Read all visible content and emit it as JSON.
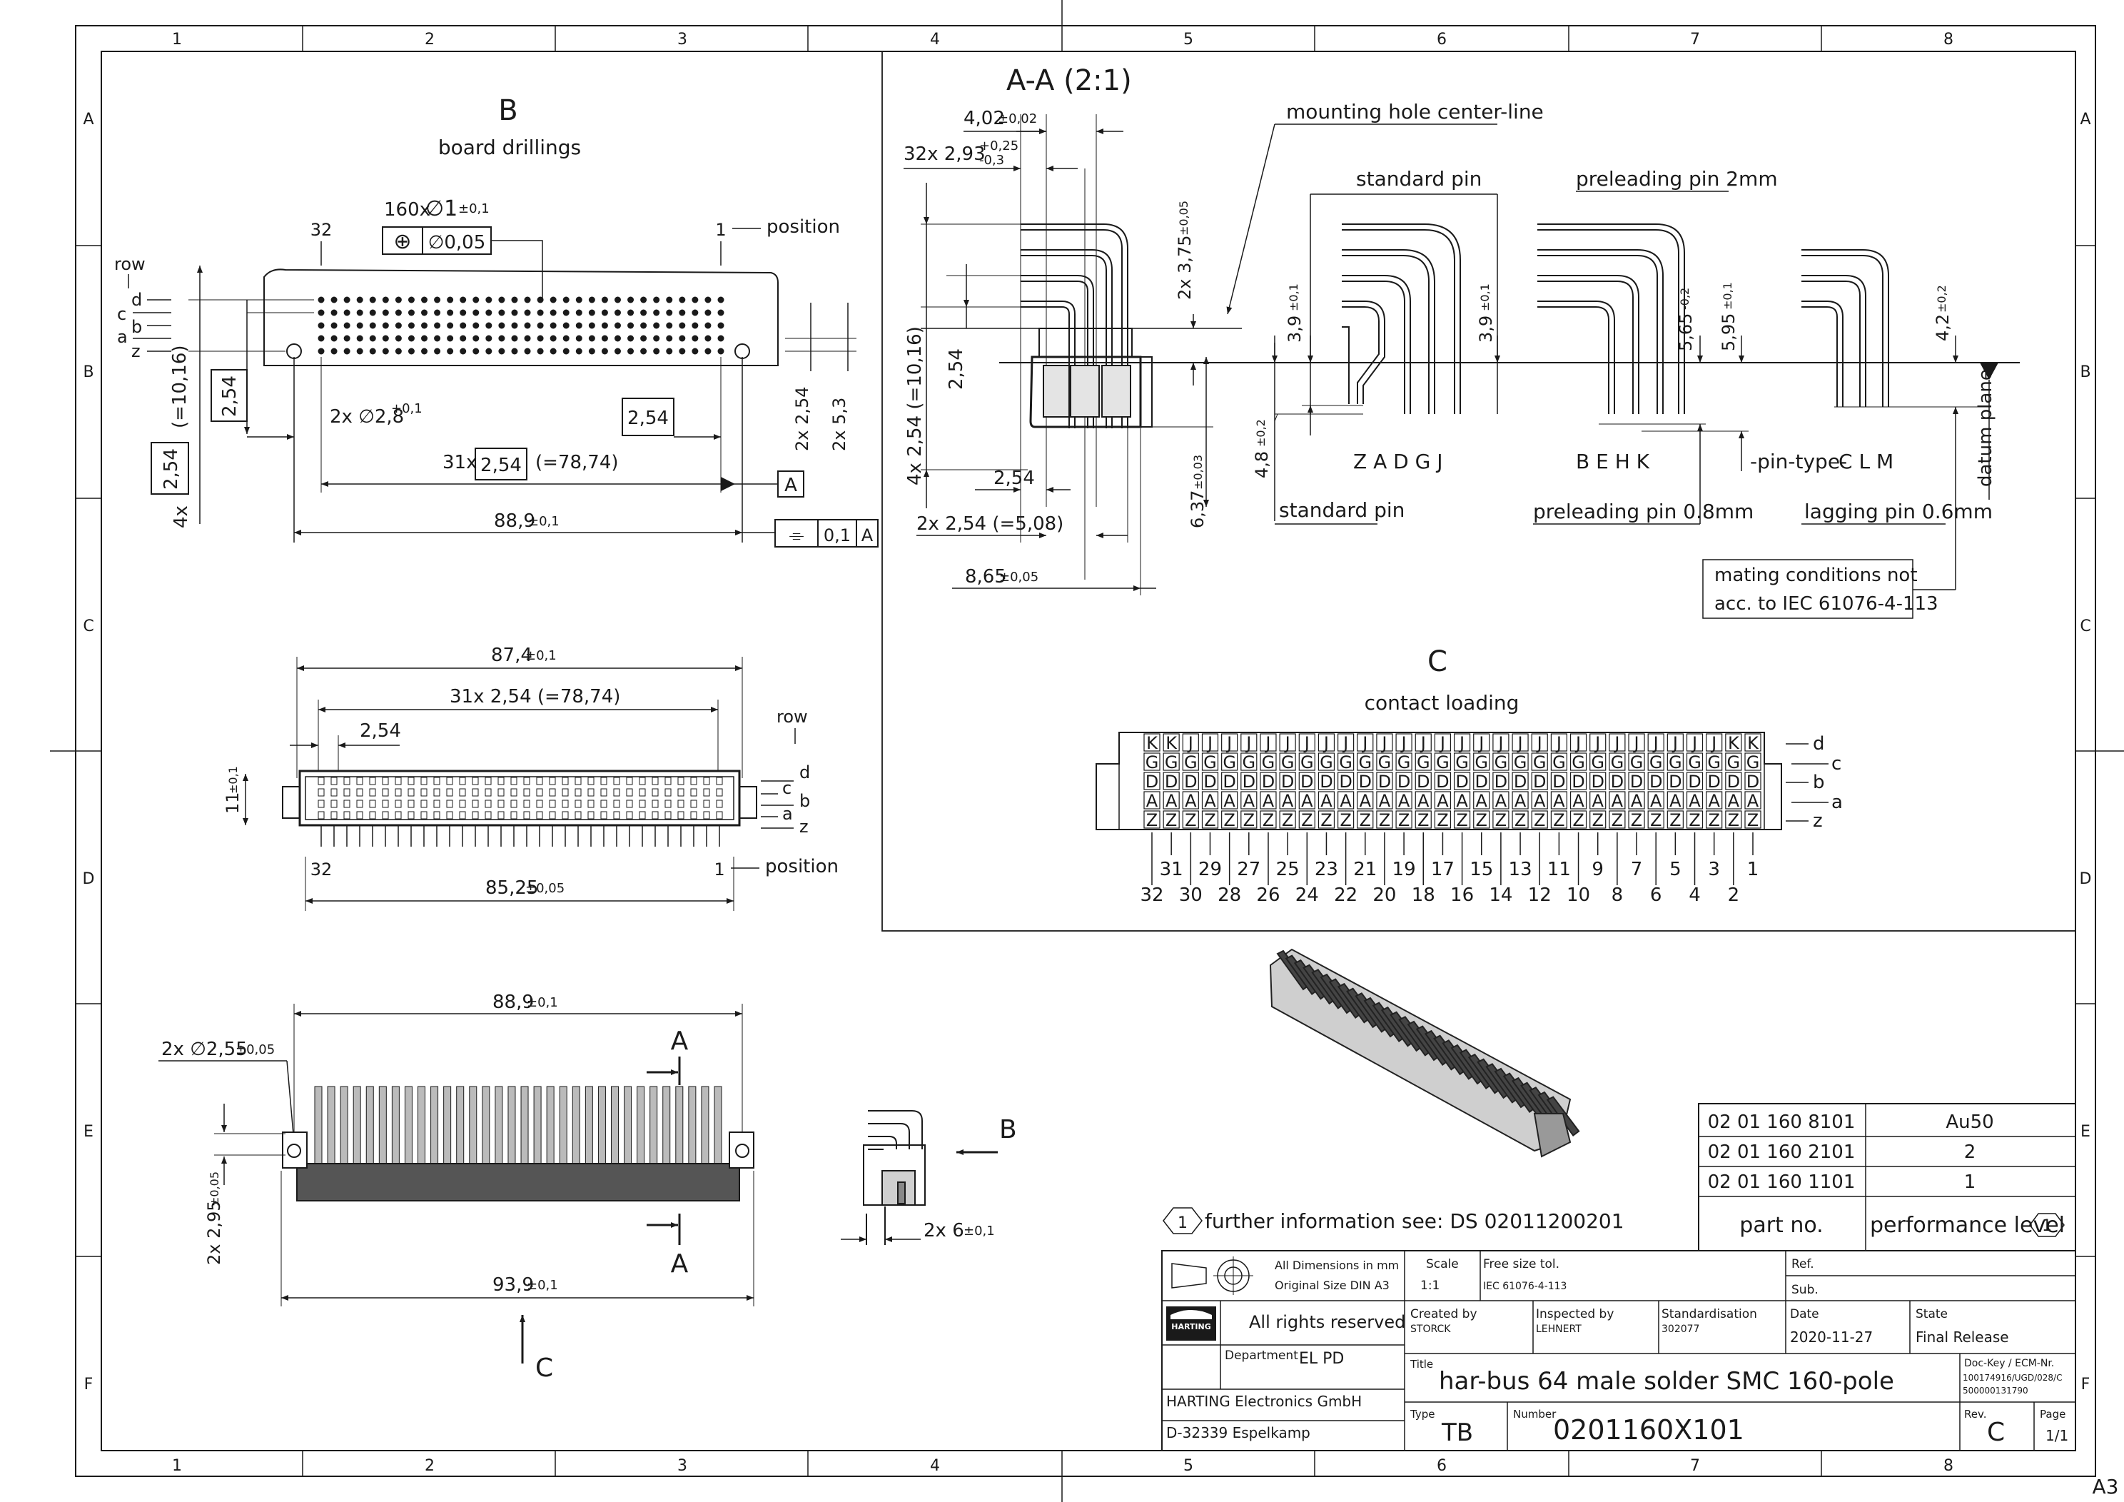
{
  "sheet": {
    "col_labels": [
      "1",
      "2",
      "3",
      "4",
      "5",
      "6",
      "7",
      "8"
    ],
    "row_labels": [
      "A",
      "B",
      "C",
      "D",
      "E",
      "F"
    ],
    "format": "A3"
  },
  "view_b": {
    "letter": "B",
    "title": "board drillings",
    "hole_callout_count": "160x",
    "hole_callout_dia": "∅1",
    "hole_callout_tol": "±0,1",
    "pos_tol_symbol": "⊕",
    "pos_tol_value": "∅0,05",
    "pos_32": "32",
    "pos_1": "1",
    "position_label": "position",
    "row_label": "row",
    "rows": [
      "d",
      "c",
      "b",
      "a",
      "z"
    ],
    "dim_10_16": "(=10,16)",
    "dim_4x": "4x",
    "dim_2_54": "2,54",
    "dim_2x_dia_28": "2x ∅2,8",
    "dim_2x_dia_28_tol": "+0,1",
    "dim_31x": "31x",
    "dim_78_74": "(=78,74)",
    "datum_a": "A",
    "dim_88_9": "88,9",
    "tol_0_1": "±0,1",
    "dim_2x_2_54": "2x 2,54",
    "dim_2x_5_3": "2x 5,3",
    "flat_symbol": "⌯",
    "flat_value": "0,1",
    "flat_datum": "A"
  },
  "view_front": {
    "dim_87_4": "87,4",
    "tol": "±0,1",
    "dim_31x": "31x 2,54 (=78,74)",
    "dim_2_54": "2,54",
    "dim_11": "11",
    "row_label": "row",
    "rows": [
      "d",
      "c",
      "b",
      "a",
      "z"
    ],
    "pos_32": "32",
    "pos_1": "1",
    "position_label": "position",
    "dim_85_25": "85,25",
    "tol_005": "±0,05"
  },
  "view_bottom": {
    "dim_88_9": "88,9",
    "tol": "±0,1",
    "dim_2x_dia": "2x ∅2,55",
    "tol_005": "±0,05",
    "section_a": "A",
    "dim_2x_2_95": "2x 2,95",
    "dim_93_9": "93,9",
    "view_c_arrow": "C"
  },
  "view_side": {
    "arrow_b": "B",
    "dim_2x_6": "2x 6",
    "tol": "±0,1"
  },
  "section_aa": {
    "title": "A-A (2:1)",
    "dim_4_02": "4,02",
    "tol_4_02": "±0,02",
    "dim_32x": "32x 2,93",
    "tol_32x_up": "+0,25",
    "tol_32x_dn": "-0,3",
    "mounting_label": "mounting hole center-line",
    "dim_2x_3_75": "2x 3,75",
    "tol_3_75": "±0,05",
    "dim_2_54_v": "2,54",
    "dim_4x_2_54": "4x 2,54 (=10,16)",
    "dim_2_54_h": "2,54",
    "dim_2x_2_54": "2x 2,54 (=5,08)",
    "dim_8_65": "8,65",
    "tol_8_65": "±0,05",
    "dim_6_37": "6,37",
    "tol_6_37": "±0,03",
    "dim_4_8": "4,8",
    "tol_4_8": "±0,2"
  },
  "pin_types": {
    "standard_pin": "standard pin",
    "standard_pin_2": "standard pin",
    "standard_letters": "Z  A  D  G  J",
    "dim_3_9": "3,9",
    "tol_3_9": "±0,1",
    "preleading_2mm": "preleading pin 2mm",
    "preleading_08": "preleading pin 0.8mm",
    "preleading_letters": "B  E  H  K",
    "dim_5_65": "5,65",
    "tol_5_65": "-0,2",
    "dim_5_95": "5,95",
    "tol_5_95": "±0,1",
    "pin_type_label": "-pin-type-",
    "lagging_letters": "C  L  M",
    "lagging_label": "lagging pin 0.6mm",
    "dim_4_2": "4,2",
    "tol_4_2": "±0,2",
    "datum_plane": "datum plane",
    "mating_note_1": "mating conditions not",
    "mating_note_2": "acc. to IEC 61076-4-113"
  },
  "contact_loading": {
    "letter": "C",
    "title": "contact loading",
    "rows": [
      "d",
      "c",
      "b",
      "a",
      "z"
    ],
    "row_d": [
      "K",
      "K",
      "J",
      "J",
      "J",
      "J",
      "J",
      "J",
      "J",
      "J",
      "J",
      "J",
      "J",
      "J",
      "J",
      "J",
      "J",
      "J",
      "J",
      "J",
      "J",
      "J",
      "J",
      "J",
      "J",
      "J",
      "J",
      "J",
      "J",
      "J",
      "K",
      "K"
    ],
    "row_c": [
      "G",
      "G",
      "G",
      "G",
      "G",
      "G",
      "G",
      "G",
      "G",
      "G",
      "G",
      "G",
      "G",
      "G",
      "G",
      "G",
      "G",
      "G",
      "G",
      "G",
      "G",
      "G",
      "G",
      "G",
      "G",
      "G",
      "G",
      "G",
      "G",
      "G",
      "G",
      "G"
    ],
    "row_b": [
      "D",
      "D",
      "D",
      "D",
      "D",
      "D",
      "D",
      "D",
      "D",
      "D",
      "D",
      "D",
      "D",
      "D",
      "D",
      "D",
      "D",
      "D",
      "D",
      "D",
      "D",
      "D",
      "D",
      "D",
      "D",
      "D",
      "D",
      "D",
      "D",
      "D",
      "D",
      "D"
    ],
    "row_a": [
      "A",
      "A",
      "A",
      "A",
      "A",
      "A",
      "A",
      "A",
      "A",
      "A",
      "A",
      "A",
      "A",
      "A",
      "A",
      "A",
      "A",
      "A",
      "A",
      "A",
      "A",
      "A",
      "A",
      "A",
      "A",
      "A",
      "A",
      "A",
      "A",
      "A",
      "A",
      "A"
    ],
    "row_z": [
      "Z",
      "Z",
      "Z",
      "Z",
      "Z",
      "Z",
      "Z",
      "Z",
      "Z",
      "Z",
      "Z",
      "Z",
      "Z",
      "Z",
      "Z",
      "Z",
      "Z",
      "Z",
      "Z",
      "Z",
      "Z",
      "Z",
      "Z",
      "Z",
      "Z",
      "Z",
      "Z",
      "Z",
      "Z",
      "Z",
      "Z",
      "Z"
    ],
    "odd_numbers": [
      "31",
      "29",
      "27",
      "25",
      "23",
      "21",
      "19",
      "17",
      "15",
      "13",
      "11",
      "9",
      "7",
      "5",
      "3",
      "1"
    ],
    "even_numbers": [
      "32",
      "30",
      "28",
      "26",
      "24",
      "22",
      "20",
      "18",
      "16",
      "14",
      "12",
      "10",
      "8",
      "6",
      "4",
      "2"
    ]
  },
  "further_info": {
    "marker": "1",
    "text": "further information see: DS 02011200201"
  },
  "parts_table": {
    "rows": [
      {
        "part": "02 01 160 8101",
        "level": "Au50"
      },
      {
        "part": "02 01 160 2101",
        "level": "2"
      },
      {
        "part": "02 01 160 1101",
        "level": "1"
      }
    ],
    "header_part": "part no.",
    "header_level": "performance level",
    "header_marker": "1"
  },
  "title_block": {
    "dims_line1": "All Dimensions in mm",
    "dims_line2": "Original Size DIN A3",
    "scale_label": "Scale",
    "scale_value": "1:1",
    "free_size_label": "Free size tol.",
    "free_size_value": "IEC 61076-4-113",
    "ref_label": "Ref.",
    "sub_label": "Sub.",
    "logo_text": "HARTING",
    "rights": "All rights reserved",
    "created_label": "Created by",
    "created_value": "STORCK",
    "inspected_label": "Inspected by",
    "inspected_value": "LEHNERT",
    "std_label": "Standardisation",
    "std_value": "302077",
    "date_label": "Date",
    "date_value": "2020-11-27",
    "state_label": "State",
    "state_value": "Final Release",
    "department_label": "Department",
    "department_value": "EL PD",
    "title_label": "Title",
    "title_value": "har-bus 64 male solder SMC 160-pole",
    "doc_key_label": "Doc-Key / ECM-Nr.",
    "doc_key_value_1": "100174916/UGD/028/C",
    "doc_key_value_2": "500000131790",
    "company_1": "HARTING Electronics GmbH",
    "company_2": "D-32339 Espelkamp",
    "type_label": "Type",
    "type_value": "TB",
    "number_label": "Number",
    "number_value": "0201160X101",
    "rev_label": "Rev.",
    "rev_value": "C",
    "page_label": "Page",
    "page_value": "1/1"
  }
}
